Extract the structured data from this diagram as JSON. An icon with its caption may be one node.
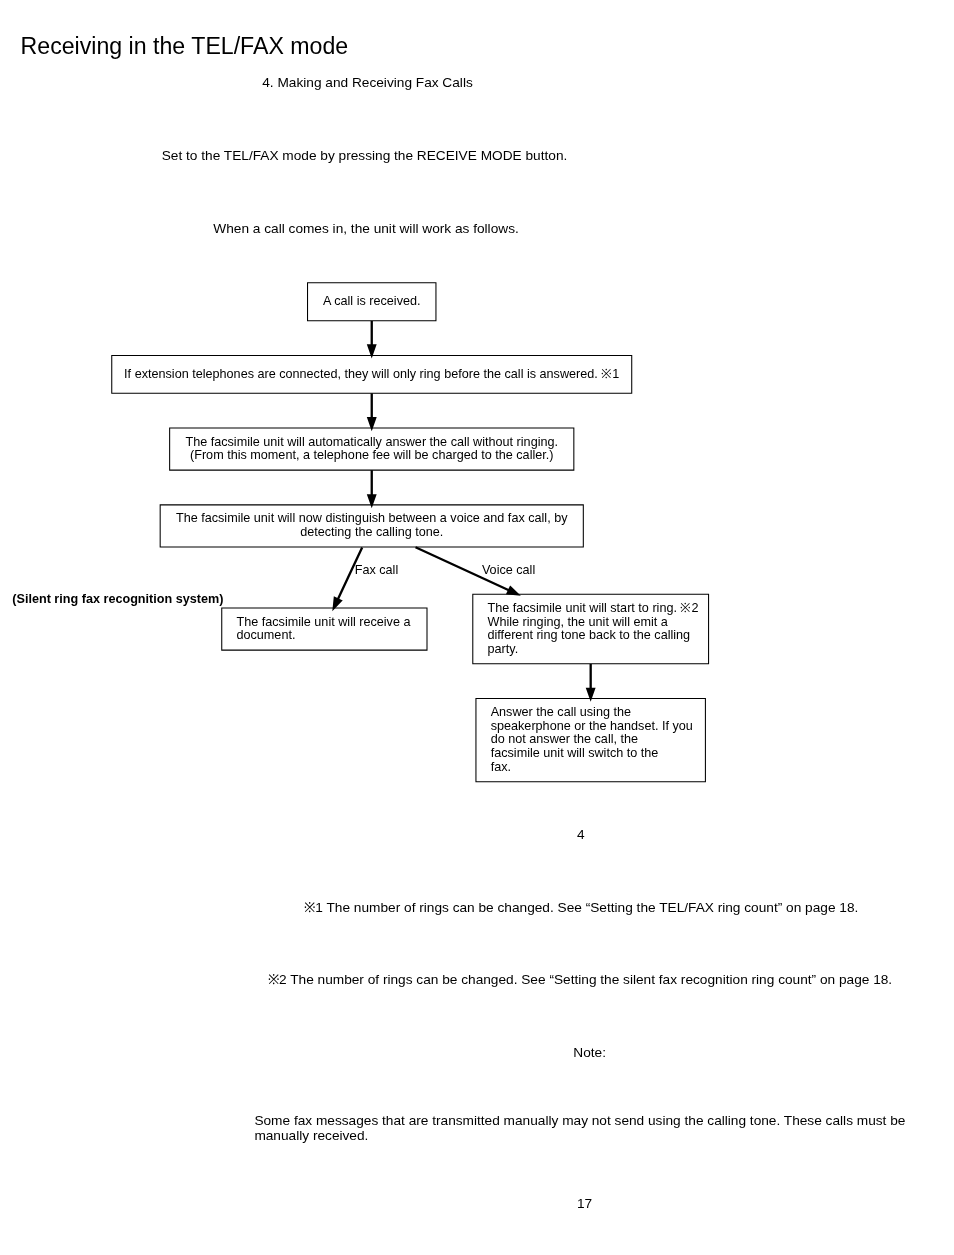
{
  "diagram": {
    "title": "Receiving in the TEL/FAX mode",
    "nodes": [
      {
        "text": [
          "A call is received."
        ]
      },
      {
        "text": [
          "If extension telephones are connected, they will only ring before the call is answered. ※1"
        ]
      },
      {
        "text": [
          "The facsimile unit will automatically answer the call without ringing. (From this moment, a telephone fee will be charged to the caller.)"
        ]
      },
      {
        "text": [
          "The facsimile unit will now distinguish between a voice and fax call, by detecting the calling tone."
        ]
      },
      {
        "text": [
          "The facsimile unit will receive a document."
        ],
        "beside": [
          "(Silent ring fax recognition system)"
        ]
      },
      {
        "text": [
          "The facsimile unit will start to ring. ※2 While ringing, the unit will emit a different ring tone back to the calling party."
        ]
      },
      {
        "text": [
          "Answer the call using the speakerphone or the handset. If you do not answer the call, the facsimile unit will switch to the fax."
        ]
      }
    ],
    "edges": [
      {
        "from": 0,
        "to": 1,
        "arrow": "to"
      },
      {
        "from": 1,
        "to": 2,
        "arrow": "to"
      },
      {
        "from": 2,
        "to": 3,
        "arrow": "to"
      },
      {
        "from": 3,
        "to": 4,
        "arrow": "to",
        "label": "Fax call"
      },
      {
        "from": 3,
        "to": 5,
        "arrow": "to",
        "label": "Voice call"
      },
      {
        "from": 5,
        "to": 6,
        "arrow": "to"
      }
    ],
    "labels": [
      "4. Making and Receiving Fax Calls",
      "Set to the TEL/FAX mode by pressing the RECEIVE MODE button.",
      "When a call comes in, the unit will work as follows.",
      "4",
      "※1 The number of rings can be changed. See “Setting the TEL/FAX ring count” on page 18.",
      "※2 The number of rings can be changed. See “Setting the silent fax recognition ring count” on page 18.",
      "Note:",
      "Some fax messages that are transmitted manually may not send using the calling tone. These calls must be manually received.",
      "17"
    ]
  }
}
